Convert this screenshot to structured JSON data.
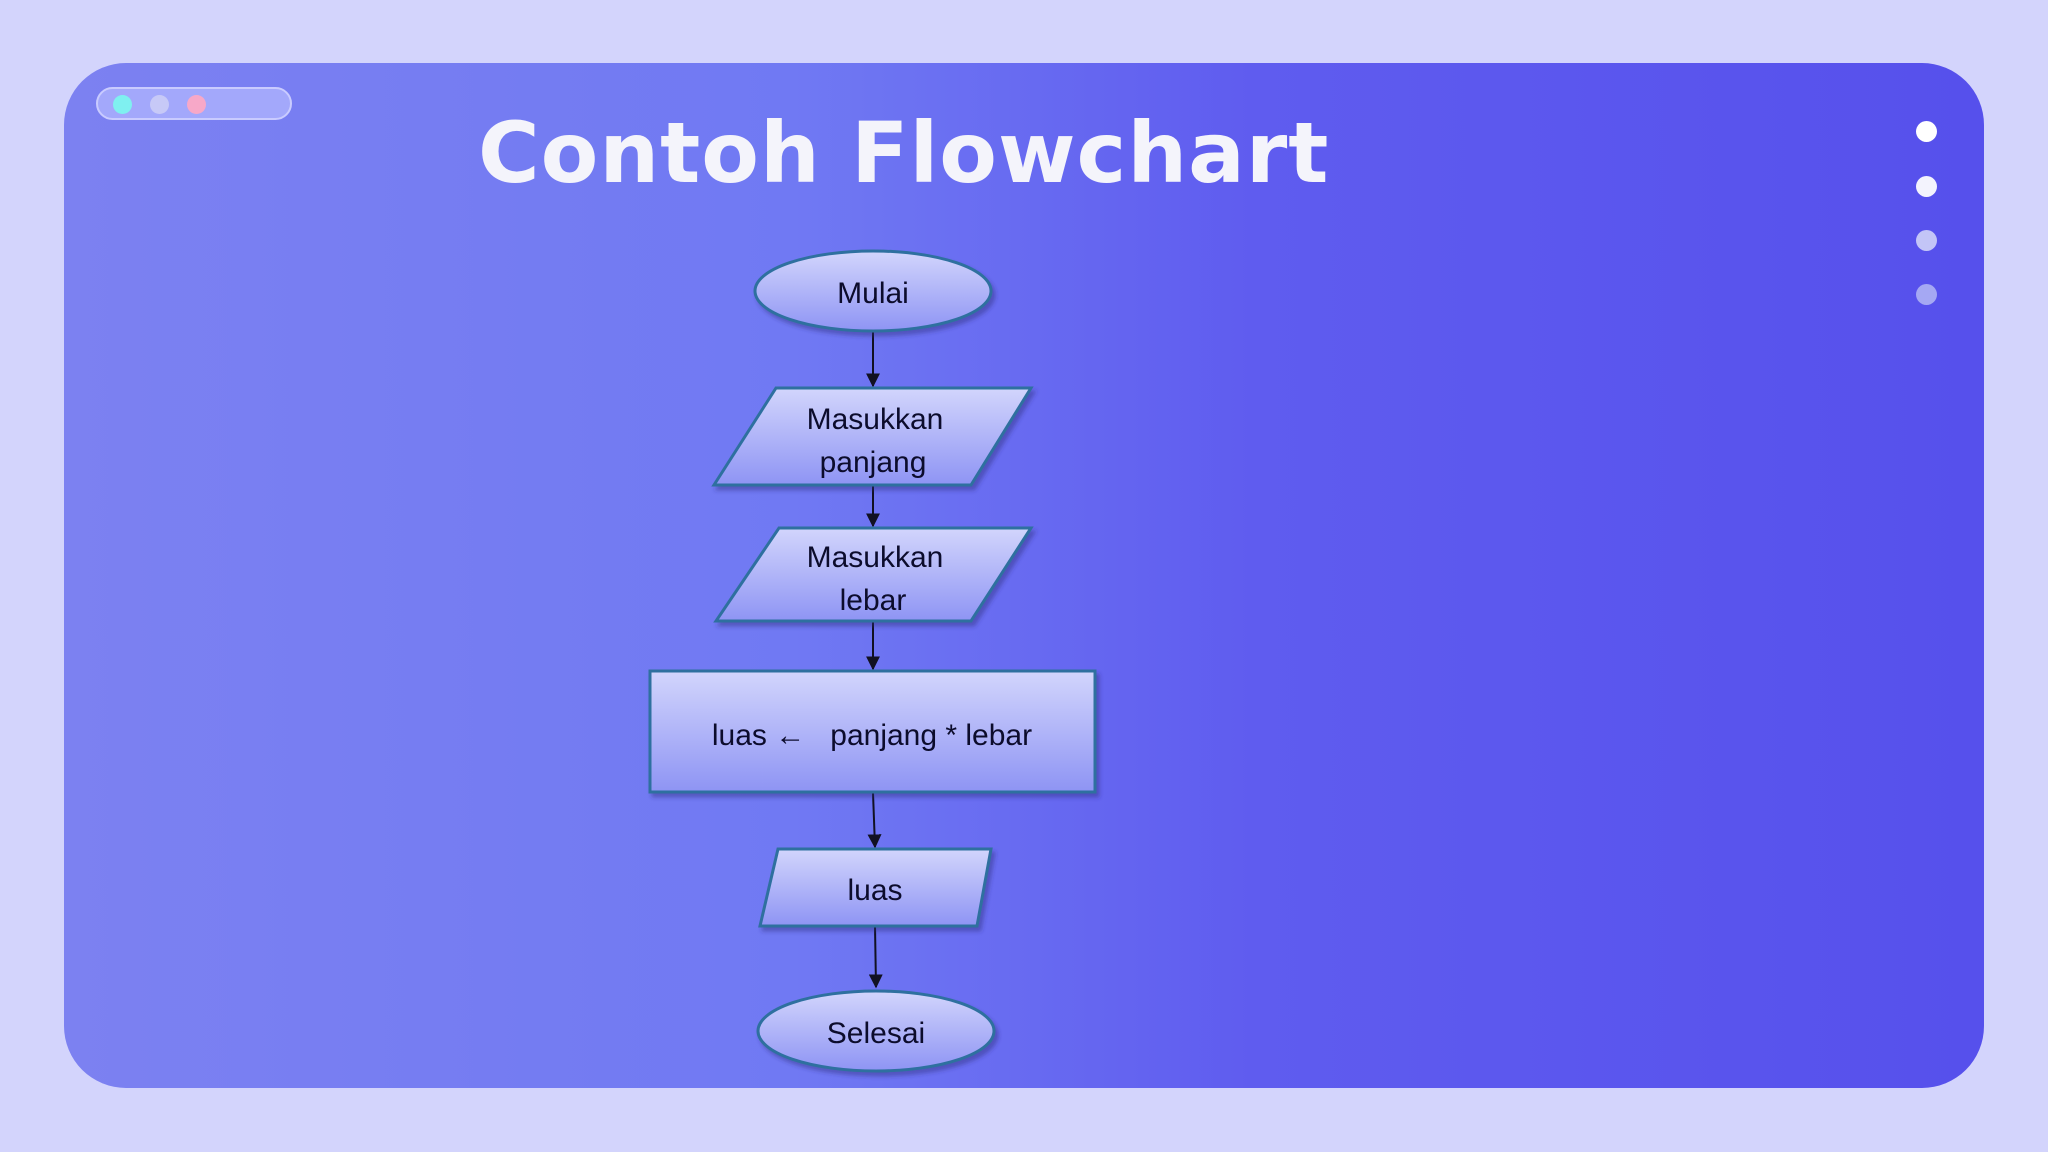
{
  "slide": {
    "title": "Contoh Flowchart"
  },
  "flowchart": {
    "nodes": [
      {
        "id": "start",
        "shape": "terminator",
        "lines": [
          "Mulai"
        ]
      },
      {
        "id": "input-length",
        "shape": "data",
        "lines": [
          "Masukkan",
          "panjang"
        ]
      },
      {
        "id": "input-width",
        "shape": "data",
        "lines": [
          "Masukkan",
          "lebar"
        ]
      },
      {
        "id": "compute-area",
        "shape": "process",
        "lines": [
          "luas ←   panjang * lebar"
        ]
      },
      {
        "id": "output-area",
        "shape": "data",
        "lines": [
          "luas"
        ]
      },
      {
        "id": "end",
        "shape": "terminator",
        "lines": [
          "Selesai"
        ]
      }
    ],
    "edges": [
      {
        "from": "start",
        "to": "input-length"
      },
      {
        "from": "input-length",
        "to": "input-width"
      },
      {
        "from": "input-width",
        "to": "compute-area"
      },
      {
        "from": "compute-area",
        "to": "output-area"
      },
      {
        "from": "output-area",
        "to": "end"
      }
    ]
  },
  "colors": {
    "background": "#d3d4fc",
    "card_gradient_start": "#7c81f1",
    "card_gradient_end": "#5650ec",
    "node_fill_top": "#c9ccfb",
    "node_fill_bottom": "#8f95f5",
    "node_stroke": "#2f6f9f",
    "edge": "#111122",
    "title": "#f4f4fb"
  }
}
